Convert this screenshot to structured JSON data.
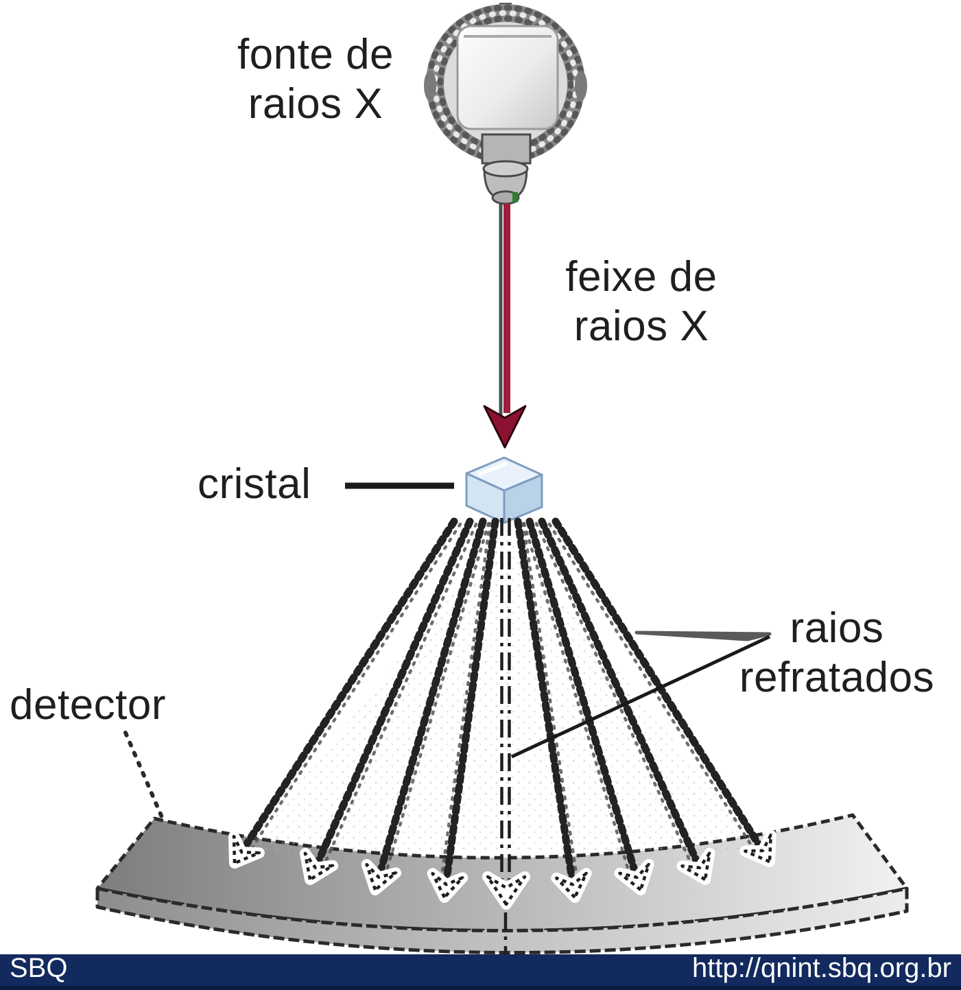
{
  "labels": {
    "source_line1": "fonte de",
    "source_line2": "raios X",
    "beam_line1": "feixe de",
    "beam_line2": "raios X",
    "crystal": "cristal",
    "refracted_line1": "raios",
    "refracted_line2": "refratados",
    "detector": "detector"
  },
  "footer": {
    "brand": "SBQ",
    "url": "http://qnint.sbq.org.br"
  },
  "colors": {
    "label_ink": "#1f1f1f",
    "beam_red": "#a01e3c",
    "beam_red_dark": "#6e0e24",
    "crystal_blue_light": "#e9f2fb",
    "crystal_blue_mid": "#d3e4f3",
    "crystal_blue_dark": "#b9d2e8",
    "detector_gray_dark": "#7d7d7d",
    "detector_gray_light": "#efefef",
    "footer_navy": "#122a5e"
  }
}
